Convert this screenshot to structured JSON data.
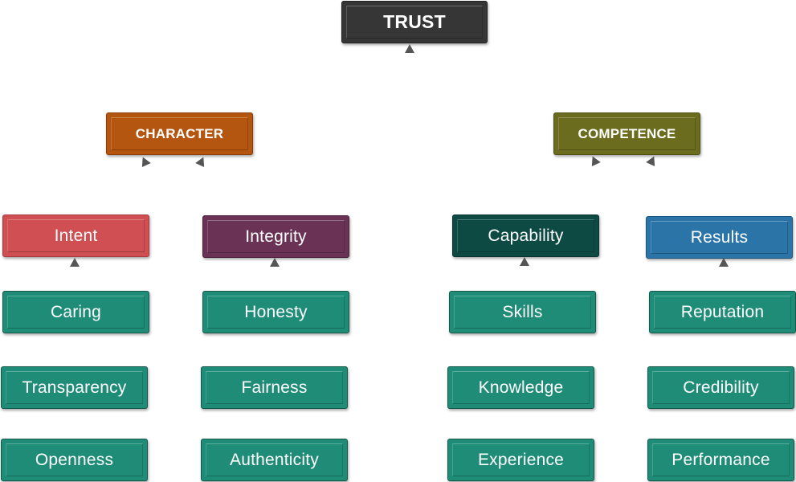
{
  "diagram": {
    "root": {
      "label": "TRUST",
      "color": "#363636"
    },
    "branches": {
      "character": {
        "label": "CHARACTER",
        "color": "#b4560f",
        "children": {
          "intent": {
            "label": "Intent",
            "color": "#cf4f52",
            "leaves": [
              "Caring",
              "Transparency",
              "Openness"
            ]
          },
          "integrity": {
            "label": "Integrity",
            "color": "#6a3356",
            "leaves": [
              "Honesty",
              "Fairness",
              "Authenticity"
            ]
          }
        }
      },
      "competence": {
        "label": "COMPETENCE",
        "color": "#6b6c1e",
        "children": {
          "capability": {
            "label": "Capability",
            "color": "#0e4a44",
            "leaves": [
              "Skills",
              "Knowledge",
              "Experience"
            ]
          },
          "results": {
            "label": "Results",
            "color": "#2b74a8",
            "leaves": [
              "Reputation",
              "Credibility",
              "Performance"
            ]
          }
        }
      }
    },
    "leaf_color": "#1f8c78",
    "connector_color": "#555555"
  }
}
